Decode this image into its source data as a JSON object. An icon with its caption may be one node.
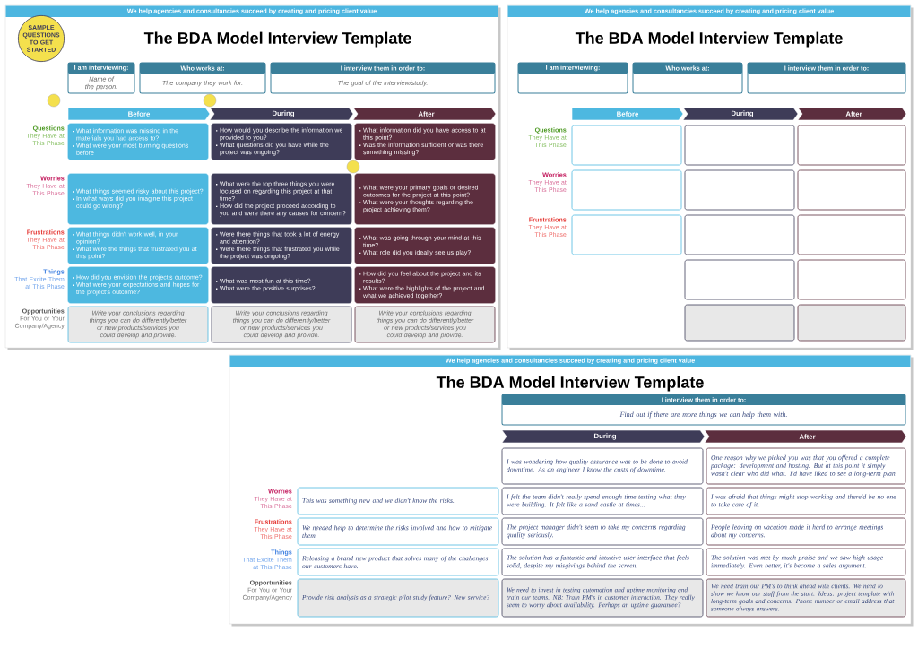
{
  "diagram": {
    "nodes": [
      {
        "text": [
          "We help agencies and consultancies succeed by creating and pricing client value"
        ]
      },
      {
        "text": [
          "SAMPLE QUESTIONS TO GET STARTED"
        ]
      },
      {
        "text": [
          "I am interviewing:",
          "Name of the person."
        ]
      },
      {
        "text": [
          "Who works at:",
          "The company they work for."
        ]
      },
      {
        "text": [
          "I interview them in order to:",
          "The goal of the interview/study."
        ]
      },
      {
        "text": [
          "Before"
        ]
      },
      {
        "text": [
          "During"
        ]
      },
      {
        "text": [
          "After"
        ]
      },
      {
        "text": [],
        "shape": "circle"
      },
      {
        "text": [],
        "shape": "circle"
      },
      {
        "text": [],
        "shape": "circle"
      },
      {
        "text": [
          "What information was missing in the materials you had access to?",
          "What were your most burning questions before"
        ]
      },
      {
        "text": [
          "How would you describe the information we provided to you?",
          "What questions did you have while the project was ongoing?"
        ]
      },
      {
        "text": [
          "What information did you have access to at this point?",
          "Was the information sufficient or was there something missing?"
        ]
      },
      {
        "text": [
          "What things seemed risky about this project?",
          "In what ways did you imagine this project could go wrong?"
        ]
      },
      {
        "text": [
          "What were the top three things you were focused on regarding this project at that time?",
          "How did the project proceed according to you and were there any causes for concern?"
        ]
      },
      {
        "text": [
          "What were your primary goals or desired outcomes for the project at this point?",
          "What were your thoughts regarding the project achieving them?"
        ]
      },
      {
        "text": [
          "What things didn't work well, in your opinion?",
          "What were the things that frustrated you at this point?"
        ]
      },
      {
        "text": [
          "Were there things that took a lot of energy and attention?",
          "Were there things that frustrated you while the project was ongoing?"
        ]
      },
      {
        "text": [
          "What was going through your mind at this time?",
          "What role did you ideally see us play?"
        ]
      },
      {
        "text": [
          "How did you envision the project's outcome?",
          "What were your expectations and hopes for the project's outcome?"
        ]
      },
      {
        "text": [
          "What was most fun at this time?",
          "What were the positive surprises?"
        ]
      },
      {
        "text": [
          "How did you feel about the project and its results?",
          "What were the highlights of the project and what we achieved together?"
        ]
      },
      {
        "text": [
          "Write your conclusions regarding things you can do differently/better or new products/services you could develop and provide."
        ]
      },
      {
        "text": [
          "Write your conclusions regarding things you can do differently/better or new products/services you could develop and provide."
        ]
      },
      {
        "text": [
          "Write your conclusions regarding things you can do differently/better or new products/services you could develop and provide."
        ]
      },
      {
        "text": [
          "We help agencies and consultancies succeed by creating and pricing client value"
        ]
      },
      {
        "text": [
          "I am interviewing:"
        ]
      },
      {
        "text": [
          "Who works at:"
        ]
      },
      {
        "text": [
          "I interview them in order to:"
        ]
      },
      {
        "text": [
          "Before"
        ]
      },
      {
        "text": [
          "During"
        ]
      },
      {
        "text": [
          "After"
        ]
      },
      {
        "text": [],
        "shape": "box"
      },
      {
        "text": [],
        "shape": "box"
      },
      {
        "text": [],
        "shape": "box"
      },
      {
        "text": [],
        "shape": "box"
      },
      {
        "text": [],
        "shape": "box"
      },
      {
        "text": [],
        "shape": "box"
      },
      {
        "text": [],
        "shape": "box"
      },
      {
        "text": [],
        "shape": "box"
      },
      {
        "text": [],
        "shape": "box"
      },
      {
        "text": [],
        "shape": "box"
      },
      {
        "text": [],
        "shape": "box"
      },
      {
        "text": [],
        "shape": "box"
      },
      {
        "text": [],
        "shape": "box"
      },
      {
        "text": [
          "We help agencies and consultancies succeed by creating and pricing client value"
        ]
      },
      {
        "text": [
          "I interview them in order to:",
          "Find out if there are more things we can help them with."
        ]
      },
      {
        "text": [
          "During"
        ]
      },
      {
        "text": [
          "After"
        ]
      },
      {
        "text": [
          "I was wondering how quality assurance was to be done to avoid downtime. As an engineer I know the costs of downtime."
        ]
      },
      {
        "text": [
          "One reason why we picked you was that you offered a complete package: development and hosting. But at this point it simply wasn't clear who did what. I'd have liked to see a long-term plan."
        ]
      },
      {
        "text": [
          "This was something new and we didn't know the risks."
        ]
      },
      {
        "text": [
          "I felt the team didn't really spend enough time testing what they were building. It felt like a sand castle at times..."
        ]
      },
      {
        "text": [
          "I was afraid that things might stop working and there'd be no one to take care of it."
        ]
      },
      {
        "text": [
          "We needed help to determine the risks involved and how to mitigate them."
        ]
      },
      {
        "text": [
          "The project manager didn't seem to take my concerns regarding quality seriously."
        ]
      },
      {
        "text": [
          "People leaving on vacation made it hard to arrange meetings about my concerns."
        ]
      },
      {
        "text": [
          "Releasing a brand new product that solves many of the challenges our customers have."
        ]
      },
      {
        "text": [
          "The solution has a fantastic and intuitive user interface that feels solid, despite my misgivings behind the screen."
        ]
      },
      {
        "text": [
          "The solution was met by much praise and we saw high usage immediately. Even better, it's become a sales argument."
        ]
      },
      {
        "text": [
          "Provide risk analysis as a strategic pilot study feature? New service?"
        ]
      },
      {
        "text": [
          "We need to invest in testing automation and uptime monitoring and train our teams. NB: Train PM's in customer interaction. They really seem to worry about availability. Perhaps an uptime guarantee?"
        ]
      },
      {
        "text": [
          "We need train our PM's to think ahead with clients. We need to show we know our stuff from the start. Ideas: project template with long-term goals and concerns. Phone number or email address that someone always answers."
        ]
      }
    ],
    "labels": [
      "The BDA Model Interview Template",
      "Questions",
      "They Have at This Phase",
      "Worries",
      "They Have at This Phase",
      "Frustrations",
      "They Have at This Phase",
      "Things",
      "That Excite Them at This Phase",
      "Opportunities",
      "For You or Your Company/Agency",
      "The BDA Model Interview Template",
      "Questions",
      "They Have at This Phase",
      "Worries",
      "They Have at This Phase",
      "Frustrations",
      "They Have at This Phase",
      "The BDA Model Interview Template",
      "Worries",
      "They Have at This Phase",
      "Frustrations",
      "They Have at This Phase",
      "Things",
      "That Excite Them at This Phase",
      "Opportunities",
      "For You or Your Company/Agency"
    ]
  }
}
